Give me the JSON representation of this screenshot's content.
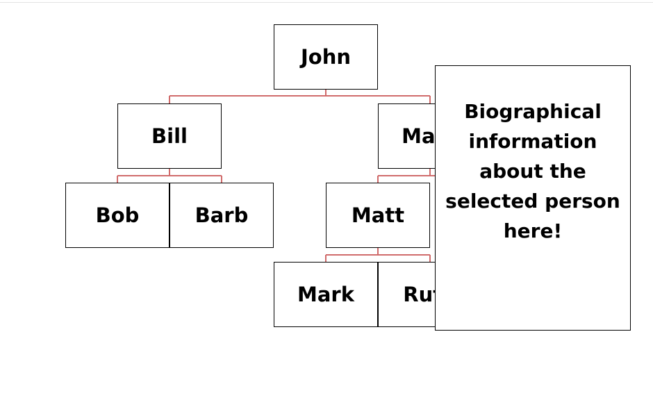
{
  "family_tree": {
    "root": {
      "name": "John"
    },
    "children_of_john": [
      {
        "name": "Bill"
      },
      {
        "name": "Mary"
      }
    ],
    "children_of_bill": [
      {
        "name": "Bob"
      },
      {
        "name": "Barb"
      }
    ],
    "children_of_mary": [
      {
        "name": "Matt"
      }
    ],
    "children_of_matt": [
      {
        "name": "Mark"
      },
      {
        "name": "Ruth"
      }
    ]
  },
  "bio_panel": {
    "text": "Biographical information about the selected person here!"
  },
  "colors": {
    "connector": "#d06a6a",
    "node_border": "#000000",
    "background": "#ffffff"
  }
}
